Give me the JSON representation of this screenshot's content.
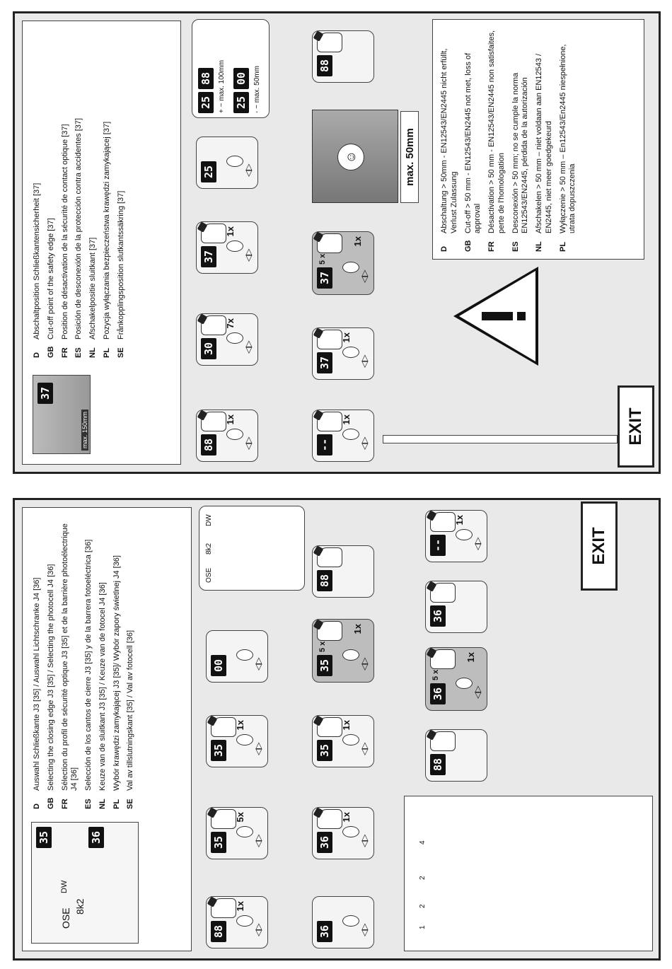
{
  "top": {
    "legend": [
      {
        "code": "D",
        "text": "Abschaltposition Schließkantensicherheit [37]"
      },
      {
        "code": "GB",
        "text": "Cut-off point of the safety edge [37]"
      },
      {
        "code": "FR",
        "text": "Position de désactivation de la sécurité de contact optique [37]"
      },
      {
        "code": "ES",
        "text": "Posición de desconexión de la protección contra accidentes [37]"
      },
      {
        "code": "NL",
        "text": "Afschakelpositie sluitkant [37]"
      },
      {
        "code": "PL",
        "text": "Pozycja wyłączania bezpieczeństwa krawędzi zamykającej [37]"
      },
      {
        "code": "SE",
        "text": "Frånkopplingsposition slutkantssäkring [37]"
      }
    ],
    "header_display": "37",
    "header_label": "max. 150mm",
    "steps": [
      {
        "display": "88",
        "count": "1x"
      },
      {
        "display": "30",
        "count": "7x"
      },
      {
        "display": "37",
        "count": "1x"
      },
      {
        "display": "25",
        "count": ""
      },
      {
        "display": "37",
        "count": "1x"
      },
      {
        "display": "37",
        "count": "1x"
      },
      {
        "display": "--",
        "count": "1x"
      },
      {
        "display": "88",
        "count": ""
      }
    ],
    "blink_count": "5 x",
    "callout_plus": "+ ~ max. 100mm",
    "callout_minus": "- ~ max. 50mm",
    "callout_displays": [
      "25",
      "88",
      "25",
      "00"
    ],
    "max_label": "max. 50mm",
    "notes": [
      {
        "code": "D",
        "text": "Abschaltung > 50mm - EN12543/EN2445 nicht erfüllt, Verlust Zulassung"
      },
      {
        "code": "GB",
        "text": "Cut-off > 50 mm - EN12543/EN2445 not met, loss of approval"
      },
      {
        "code": "FR",
        "text": "Désactivation > 50 mm - EN12543/EN2445 non satisfaites, perte de l'homologation"
      },
      {
        "code": "ES",
        "text": "Desconexión > 50 mm; no se cumple la norma EN12543/EN2445, pérdida de la autorización"
      },
      {
        "code": "NL",
        "text": "Afschakelen > 50 mm – niet voldaan aan EN12543 / EN2445, niet meer goedgekeurd"
      },
      {
        "code": "PL",
        "text": "Wyłączenie > 50 mm – En12543/En2445 niespełnione, utrata dopuszczenia"
      }
    ],
    "exit": "EXIT"
  },
  "bottom": {
    "legend": [
      {
        "code": "D",
        "text": "Auswahl Schließkante J3 [35] / Auswahl Lichtschranke J4 [36]"
      },
      {
        "code": "GB",
        "text": "Selecting the closing edge J3 [35] / Selecting the photocell J4 [36]"
      },
      {
        "code": "FR",
        "text": "Sélection du profil de sécurité optique J3 [35] et de la barrière photoélectrique J4 [36]"
      },
      {
        "code": "ES",
        "text": "Selección de los cantos de cierre J3 [35] y de la barrera fotoeléctrica [36]"
      },
      {
        "code": "NL",
        "text": "Keuze van de sluitkant J3 [35] / Keuze van de fotocel J4 [36]"
      },
      {
        "code": "PL",
        "text": "Wybór krawędzi zamykającej J3 [35]/ Wybór zapory świetlnej J4 [36]"
      },
      {
        "code": "SE",
        "text": "Val av tillslutningskant [35] / Val av fotocell [36]"
      }
    ],
    "side_displays": [
      "35",
      "36"
    ],
    "labels_ose": "OSE",
    "labels_dw": "DW",
    "labels_8k2": "8k2",
    "steps": [
      {
        "display": "88",
        "count": "1x"
      },
      {
        "display": "35",
        "count": "5x"
      },
      {
        "display": "35",
        "count": "1x"
      },
      {
        "display": "00",
        "count": ""
      },
      {
        "display": "88",
        "count": ""
      },
      {
        "display": "35",
        "count": "1x"
      },
      {
        "display": "35",
        "count": "1x"
      },
      {
        "display": "36",
        "count": "1x"
      },
      {
        "display": "36",
        "count": ""
      },
      {
        "display": "88",
        "count": ""
      },
      {
        "display": "36",
        "count": "1x"
      },
      {
        "display": "36",
        "count": ""
      },
      {
        "display": "--",
        "count": "1x"
      }
    ],
    "blink_count": "5 x",
    "diagram_numbers": [
      "1",
      "2",
      "2",
      "4"
    ],
    "exit": "EXIT"
  }
}
